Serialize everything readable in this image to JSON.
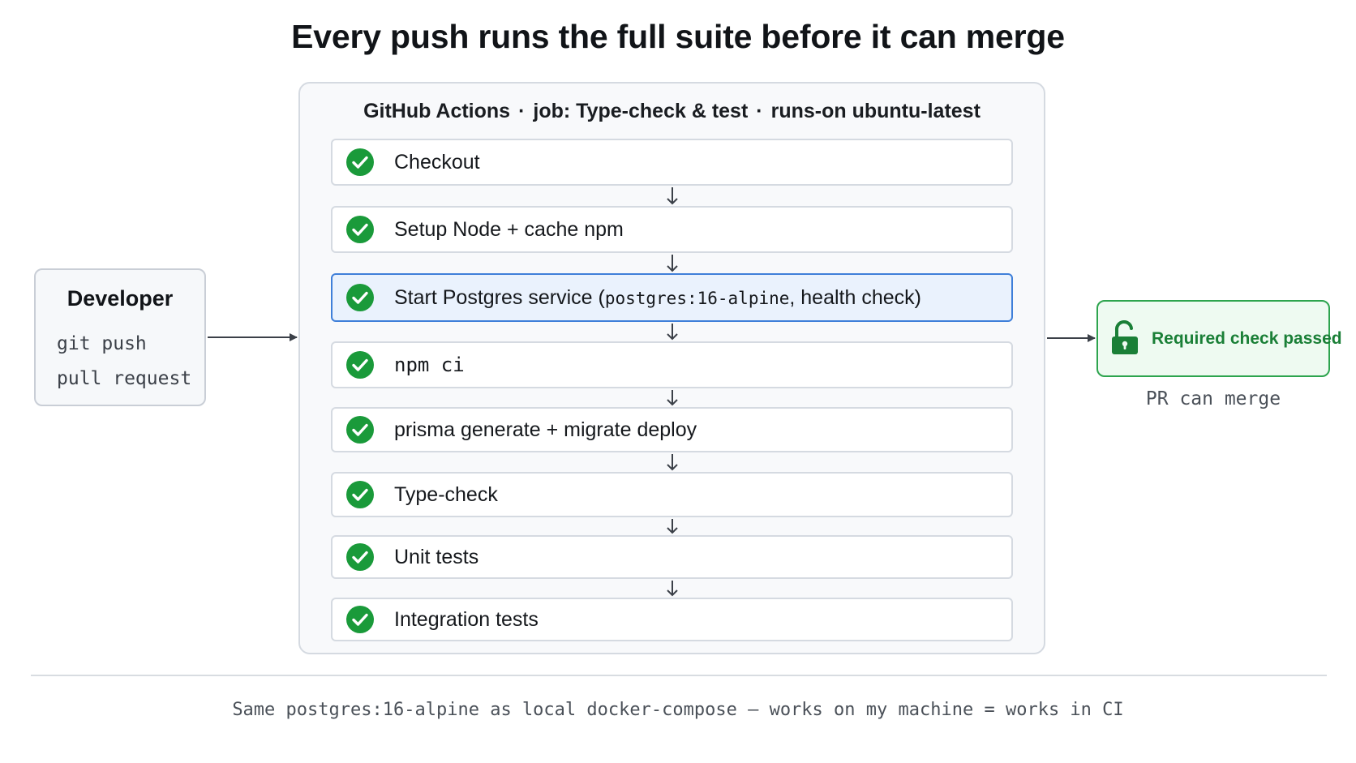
{
  "title": "Every push runs the full suite before it can merge",
  "developer": {
    "title": "Developer",
    "lines": [
      "git push",
      "pull request"
    ]
  },
  "workflow": {
    "header_parts": [
      "GitHub Actions",
      "job: Type-check & test",
      "runs-on ubuntu-latest"
    ],
    "separator": "·",
    "steps": [
      {
        "label": "Checkout",
        "status": "success"
      },
      {
        "label": "Setup Node + cache npm",
        "status": "success"
      },
      {
        "label": "Start Postgres service (",
        "code": "postgres:16-alpine",
        "suffix": ", health check)",
        "status": "success",
        "highlighted": true
      },
      {
        "label": "npm ci",
        "status": "success",
        "mono": true
      },
      {
        "label": "prisma generate + migrate deploy",
        "status": "success"
      },
      {
        "label": "Type-check",
        "status": "success"
      },
      {
        "label": "Unit tests",
        "status": "success"
      },
      {
        "label": "Integration tests",
        "status": "success"
      }
    ]
  },
  "result": {
    "label": "Required check passed",
    "icon": "unlocked-padlock-icon",
    "note": "PR can merge"
  },
  "footer": "Same postgres:16-alpine as local docker-compose — works on my machine = works in CI",
  "colors": {
    "success": "#1a9a3a",
    "highlight_border": "#3f7fd9",
    "highlight_bg": "#eaf2fd",
    "pass_border": "#2da44e",
    "pass_text": "#1a7f37"
  }
}
